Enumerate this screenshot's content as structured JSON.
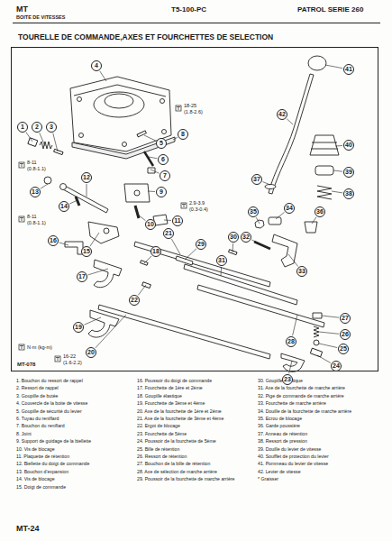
{
  "diagram": {
    "title": "TOURELLE DE COMMANDE,AXES ET FOURCHETTES DE SELECTION",
    "nodes": [
      {
        "text": [
          "MT-078"
        ]
      },
      {
        "text": [
          "1"
        ],
        "in": 0
      },
      {
        "text": [
          "2"
        ],
        "in": 0
      },
      {
        "text": [
          "3"
        ],
        "in": 0
      },
      {
        "text": [
          "4"
        ],
        "in": 0
      },
      {
        "text": [
          "5"
        ],
        "in": 0
      },
      {
        "text": [
          "6"
        ],
        "in": 0
      },
      {
        "text": [
          "7"
        ],
        "in": 0
      },
      {
        "text": [
          "8"
        ],
        "in": 0
      },
      {
        "text": [
          "9"
        ],
        "in": 0
      },
      {
        "text": [
          "10"
        ],
        "in": 0
      },
      {
        "text": [
          "11"
        ],
        "in": 0
      },
      {
        "text": [
          "12"
        ],
        "in": 0
      },
      {
        "text": [
          "13"
        ],
        "in": 0
      },
      {
        "text": [
          "14"
        ],
        "in": 0
      },
      {
        "text": [
          "15"
        ],
        "in": 0
      },
      {
        "text": [
          "16"
        ],
        "in": 0
      },
      {
        "text": [
          "17"
        ],
        "in": 0
      },
      {
        "text": [
          "18"
        ],
        "in": 0
      },
      {
        "text": [
          "19"
        ],
        "in": 0
      },
      {
        "text": [
          "20"
        ],
        "in": 0
      },
      {
        "text": [
          "21"
        ],
        "in": 0
      },
      {
        "text": [
          "22"
        ],
        "in": 0
      },
      {
        "text": [
          "23"
        ],
        "in": 0
      },
      {
        "text": [
          "24"
        ],
        "in": 0
      },
      {
        "text": [
          "25"
        ],
        "in": 0
      },
      {
        "text": [
          "26"
        ],
        "in": 0
      },
      {
        "text": [
          "27"
        ],
        "in": 0
      },
      {
        "text": [
          "28"
        ],
        "in": 0
      },
      {
        "text": [
          "29"
        ],
        "in": 0
      },
      {
        "text": [
          "30"
        ],
        "in": 0
      },
      {
        "text": [
          "31"
        ],
        "in": 0
      },
      {
        "text": [
          "32"
        ],
        "in": 0
      },
      {
        "text": [
          "33"
        ],
        "in": 0
      },
      {
        "text": [
          "34"
        ],
        "in": 0
      },
      {
        "text": [
          "35"
        ],
        "in": 0
      },
      {
        "text": [
          "36"
        ],
        "in": 0
      },
      {
        "text": [
          "37"
        ],
        "in": 0
      },
      {
        "text": [
          "38"
        ],
        "in": 0
      },
      {
        "text": [
          "39"
        ],
        "in": 0
      },
      {
        "text": [
          "40"
        ],
        "in": 0
      },
      {
        "text": [
          "41"
        ],
        "in": 0
      },
      {
        "text": [
          "42"
        ],
        "in": 0
      }
    ],
    "labels": [
      "MT",
      "BOITE DE VITESSES",
      "T5-100-PC",
      "PATROL SERIE 260",
      "8-11",
      "(0.8-1.1)",
      "18-25",
      "(1.8-2.6)",
      "8-11",
      "(0.8-1.1)",
      "2.9-3.9",
      "(0.3-0.4)",
      "16-22",
      "(1.6-2.2)",
      "N·m (kg-m)",
      "MT-24",
      "1. Bouchon du ressort de rappel",
      "2. Ressort de rappel",
      "3. Goupille de butée",
      "4. Couvercle de la boite de vitesse",
      "5. Goupille de sécurité du levier",
      "6. Tuyau du reniflard",
      "7. Bouchon du reniflard",
      "8. Joint",
      "9. Support de guidage de la biellette",
      "10. Vis de blocage",
      "11. Plaquette de rétention",
      "12. Biellette du doigt de commande",
      "13. Bouchon d'expansion",
      "14. Vis de blocage",
      "15. Doigt de commande",
      "16. Poussoir du doigt de commande",
      "17. Fourchette de 1ère et 2ème",
      "18. Goupille élastique",
      "19. Fourchette de 3ème et 4ème",
      "20. Axe de la fourchette de 1ère et 2ème",
      "21. Axe de la fourchette de 3ème et 4ème",
      "22. Ergot de blocage",
      "23. Fourchette de 5ème",
      "24. Poussoir de la fourchette de 5ème",
      "25. Bille de rétention",
      "26. Ressort de rétention",
      "27. Bouchon de la bille de rétention",
      "28. Axe de sélection de marche arrière",
      "29. Poussoir de la fourchette de marche arrière",
      "30. Goupille élastique",
      "31. Axe de la fourchette de marche arrière",
      "32. Pige de commande de marche arrière",
      "33. Fourchette de marche arrière",
      "34. Douille de la fourchette de marche arrière",
      "35. Ecrou de blocage",
      "36. Garde poussière",
      "37. Anneau de rétention",
      "38. Ressort de pression",
      "39. Douille du levier de vitesse",
      "40. Soufflet de protection du levier",
      "41. Pommeau du levier de vitesse",
      "42. Levier de vitesse",
      "* Graisser"
    ]
  }
}
